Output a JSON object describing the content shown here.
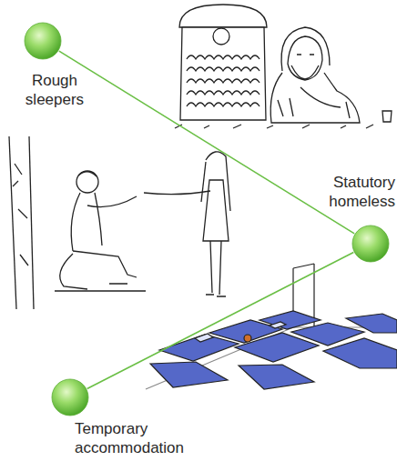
{
  "diagram": {
    "nodes": [
      {
        "text": [
          "Rough sleepers"
        ]
      },
      {
        "text": [
          "Statutory homeless"
        ]
      },
      {
        "text": [
          "Temporary accommodation"
        ]
      }
    ],
    "edges": [
      {
        "from": 0,
        "to": 1,
        "arrow": "none"
      },
      {
        "from": 2,
        "to": 1,
        "arrow": "none"
      }
    ]
  }
}
